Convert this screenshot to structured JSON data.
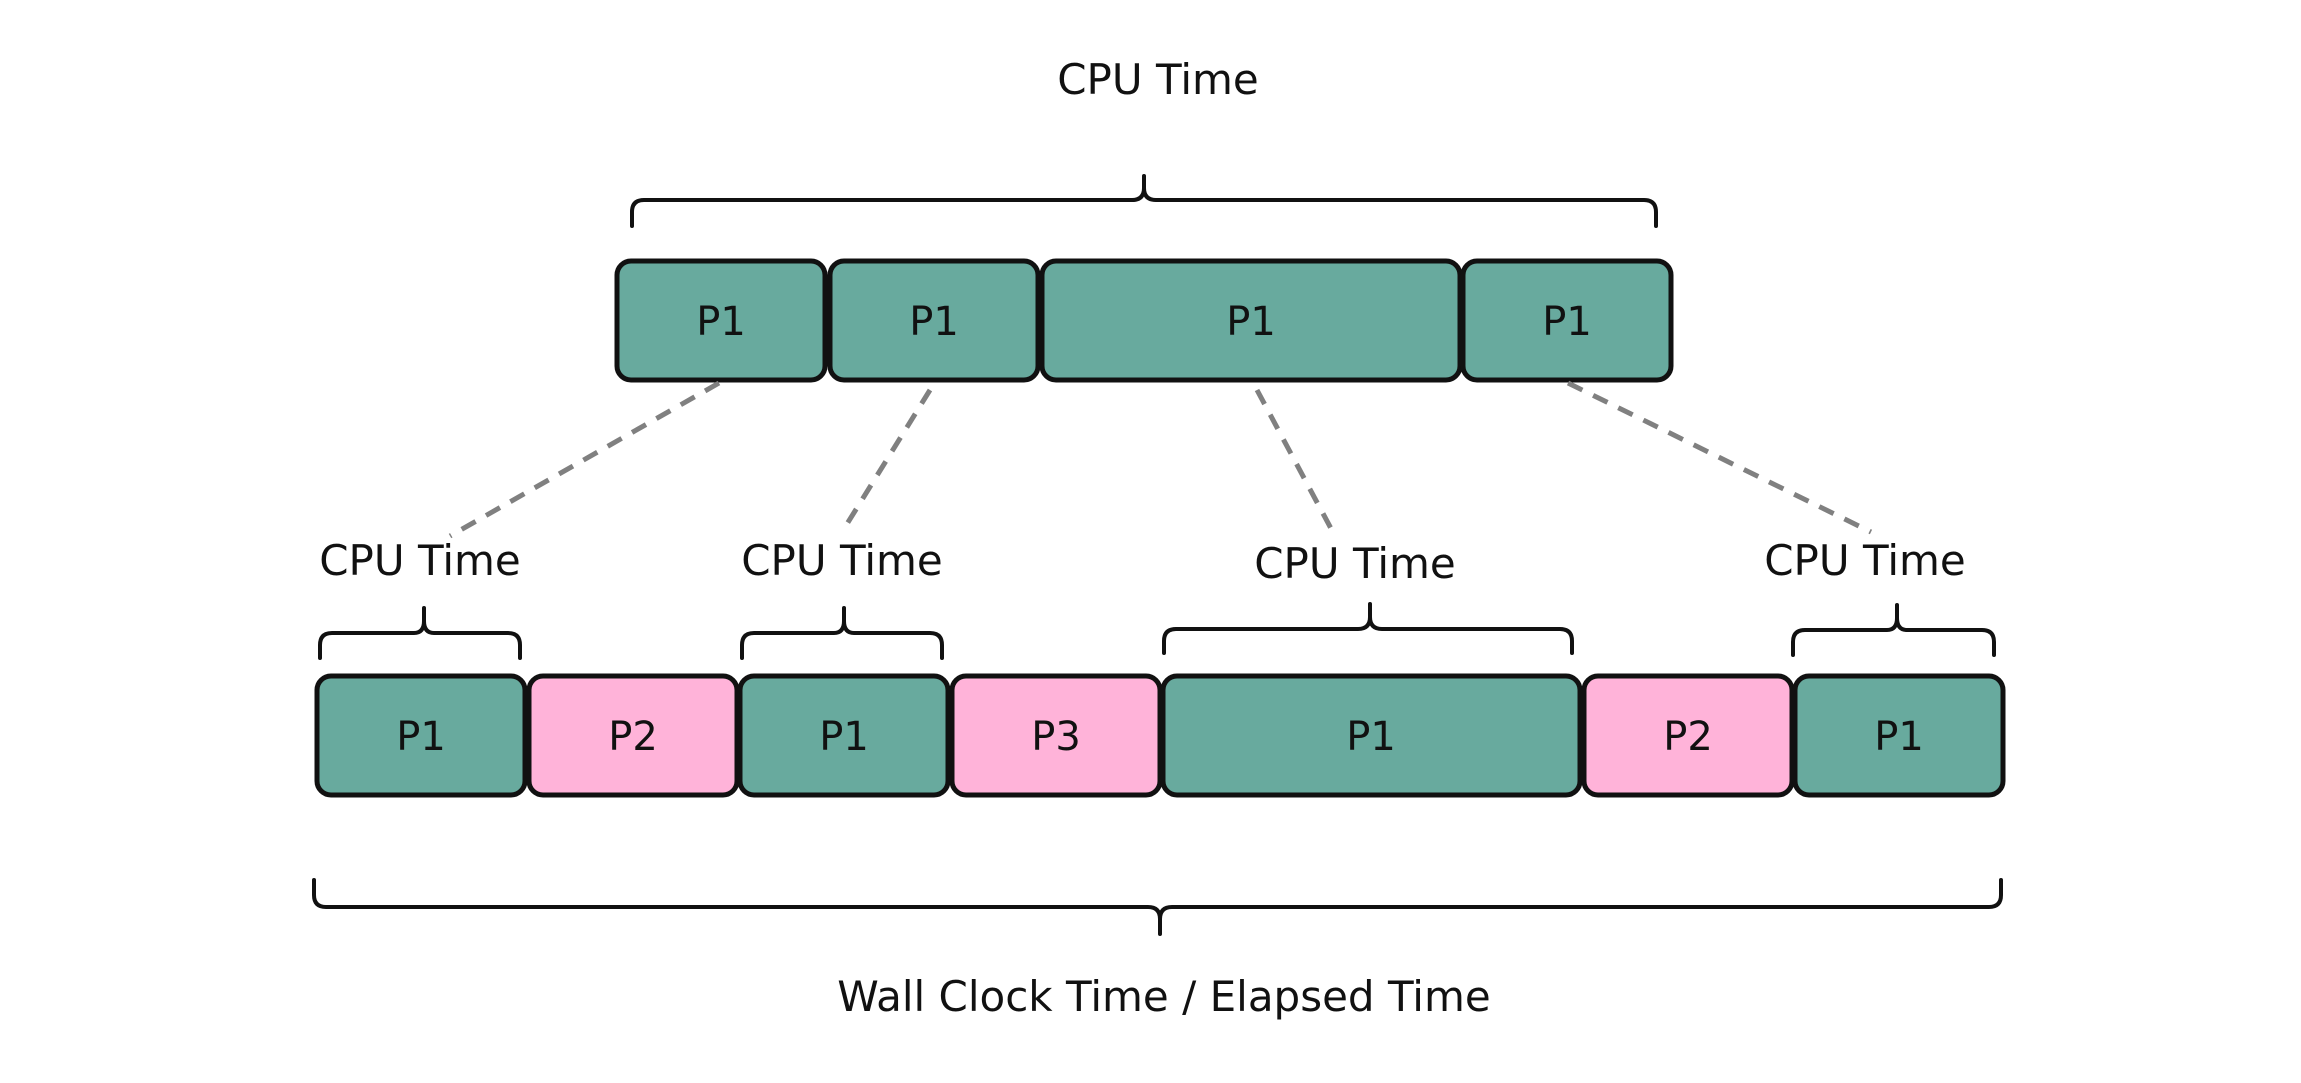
{
  "colors": {
    "p1_fill": "#68aa9e",
    "other_fill": "#ffb3d9",
    "outline": "#111111",
    "connector": "#808080"
  },
  "labels": {
    "top_cpu_time": "CPU Time",
    "slice1_cpu_time": "CPU Time",
    "slice2_cpu_time": "CPU Time",
    "slice3_cpu_time": "CPU Time",
    "slice4_cpu_time": "CPU Time",
    "wall_clock": "Wall Clock Time / Elapsed Time"
  },
  "top_row": [
    {
      "label": "P1",
      "process": "P1"
    },
    {
      "label": "P1",
      "process": "P1"
    },
    {
      "label": "P1",
      "process": "P1"
    },
    {
      "label": "P1",
      "process": "P1"
    }
  ],
  "bottom_row": [
    {
      "label": "P1",
      "process": "P1"
    },
    {
      "label": "P2",
      "process": "P2"
    },
    {
      "label": "P1",
      "process": "P1"
    },
    {
      "label": "P3",
      "process": "P3"
    },
    {
      "label": "P1",
      "process": "P1"
    },
    {
      "label": "P2",
      "process": "P2"
    },
    {
      "label": "P1",
      "process": "P1"
    }
  ]
}
